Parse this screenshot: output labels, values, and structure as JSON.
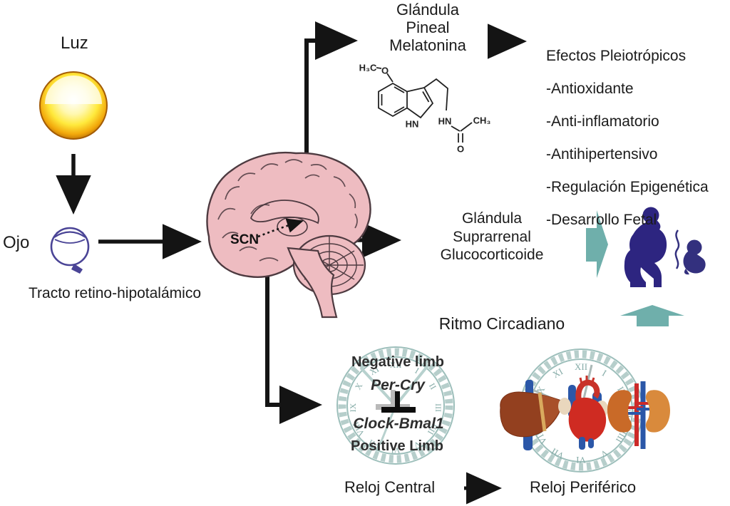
{
  "labels": {
    "luz": "Luz",
    "ojo": "Ojo",
    "tracto": "Tracto retino-hipotalámico",
    "scn": "SCN",
    "pineal_block": "Glándula\nPineal\nMelatonina",
    "suprarrenal_block": "Glándula\nSuprarrenal\nGlucocorticoide",
    "ritmo": "Ritmo Circadiano",
    "reloj_central": "Reloj Central",
    "reloj_periferico": "Reloj Periférico"
  },
  "efectos": {
    "title": "Efectos Pleiotrópicos",
    "items": [
      "-Antioxidante",
      "-Anti-inflamatorio",
      "-Antihipertensivo",
      "-Regulación Epigenética",
      "-Desarrollo Fetal"
    ]
  },
  "central_clock": {
    "negative_limb": "Negative limb",
    "per_cry": "Per-Cry",
    "clock_bmal1": "Clock-Bmal1",
    "positive_limb": "Positive Limb",
    "numerals": [
      "XII",
      "I",
      "II",
      "III",
      "IIII",
      "V",
      "VI",
      "VII",
      "VIII",
      "IX",
      "X",
      "XI"
    ]
  },
  "peripheral_clock": {
    "numerals": [
      "XII",
      "I",
      "II",
      "III",
      "IIII",
      "V",
      "VI",
      "VII",
      "VIII",
      "IX",
      "X",
      "XI"
    ]
  },
  "molecule": {
    "h3c": "H₃C",
    "o_methoxy": "O",
    "hn_ring": "HN",
    "hn_amide": "HN",
    "o_carbonyl": "O",
    "ch3": "CH₃"
  },
  "colors": {
    "arrow_black": "#141414",
    "teal_block_arrow": "#6fafab",
    "clock_face_teal": "#9dbfbb",
    "numeral_teal": "#86aca8",
    "brain_pink": "#eebcc1",
    "brain_outline": "#4d3a40",
    "indigo_figure": "#2d2580",
    "liver_brown": "#93401f",
    "heart_red": "#cf2b22",
    "vessel_blue": "#2b57a8",
    "kidney_orange": "#d0763a",
    "sun_yellow": "#ffe93c",
    "sun_rim_orange": "#cf8409",
    "eye_navy": "#4a4496"
  }
}
